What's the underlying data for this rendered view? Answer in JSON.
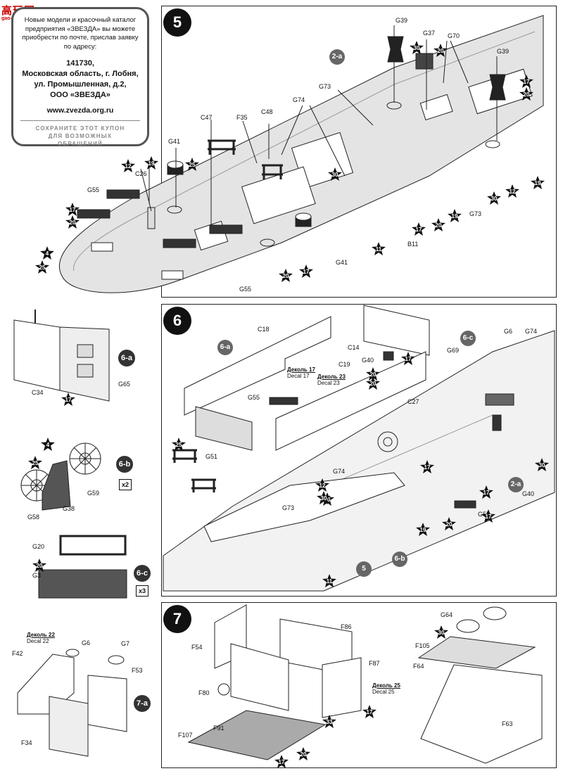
{
  "logo": {
    "main": "高玩网",
    "sub": "gao-shou.com"
  },
  "coupon": {
    "intro": "Новые модели и красочный каталог предприятия «ЗВЕЗДА» вы можете приобрести по почте, прислав заявку по адресу:",
    "address_lines": [
      "141730,",
      "Московская область, г. Лобня,",
      "ул. Промышленная, д.2,",
      "ООО «ЗВЕЗДА»"
    ],
    "website": "www.zvezda.org.ru",
    "keep_lines": [
      "СОХРАНИТЕ ЭТОТ КУПОН",
      "ДЛЯ ВОЗМОЖНЫХ",
      "ОБРАЩЕНИЙ"
    ]
  },
  "steps": {
    "s5": "5",
    "s6": "6",
    "s7": "7"
  },
  "substeps": {
    "a6": "6-a",
    "b6": "6-b",
    "c6": "6-c",
    "a7": "7-a",
    "ref2a": "2-a",
    "ref6c": "6-c",
    "ref5": "5",
    "ref6b": "6-b"
  },
  "multipliers": {
    "b6": "x2",
    "c6": "x3"
  },
  "decals": {
    "d17_ru": "Деколь 17",
    "d17_en": "Decal 17",
    "d23_ru": "Деколь 23",
    "d23_en": "Decal 23",
    "d22_ru": "Деколь 22",
    "d22_en": "Decal 22",
    "d25_ru": "Деколь 25",
    "d25_en": "Decal 25"
  },
  "parts": {
    "G39a": "G39",
    "G37": "G37",
    "G70": "G70",
    "G39b": "G39",
    "G73a": "G73",
    "G74a": "G74",
    "C47": "C47",
    "F35": "F35",
    "C48": "C48",
    "G41a": "G41",
    "C26": "C26",
    "G55a": "G55",
    "G55b": "G55",
    "G41b": "G41",
    "B11": "B11",
    "G73b": "G73",
    "C34": "C34",
    "G65": "G65",
    "G59": "G59",
    "G58": "G58",
    "G38": "G38",
    "G20": "G20",
    "G3": "G3",
    "C18": "C18",
    "C14": "C14",
    "G6a": "G6",
    "G74b": "G74",
    "G40a": "G40",
    "G69": "G69",
    "C19": "C19",
    "G55c": "G55",
    "C27": "C27",
    "G51": "G51",
    "G74c": "G74",
    "G73c": "G73",
    "G40b": "G40",
    "G55d": "G55",
    "F42": "F42",
    "G6b": "G6",
    "G7": "G7",
    "F53": "F53",
    "F34": "F34",
    "F54": "F54",
    "F86": "F86",
    "F87": "F87",
    "F80": "F80",
    "F91": "F91",
    "F107": "F107",
    "G64": "G64",
    "F105": "F105",
    "F64": "F64",
    "F63": "F63"
  },
  "stars": {
    "p1": "30",
    "p2": "20",
    "p3": "17",
    "p4": "20",
    "p5": "19",
    "p6": "12",
    "p7": "19",
    "p8": "30",
    "p9": "25",
    "p10": "30",
    "p11": "19",
    "p12": "12",
    "p13": "17",
    "p14": "20",
    "p15": "4",
    "p16": "25",
    "p17": "20",
    "p18": "17",
    "p19": "11",
    "p20": "17",
    "p21": "20",
    "p22": "17",
    "p23": "30",
    "p24": "4",
    "p25": "25",
    "p26": "20",
    "p27": "17",
    "p28": "17",
    "p29": "20",
    "p30": "20",
    "p31": "25",
    "p32": "12",
    "p33": "30",
    "p34": "17",
    "p35": "30",
    "p36": "17",
    "p37": "19",
    "p38": "20",
    "p39": "11",
    "p40": "17",
    "p41": "30",
    "p42": "33",
    "p43": "17",
    "p44": "20"
  }
}
